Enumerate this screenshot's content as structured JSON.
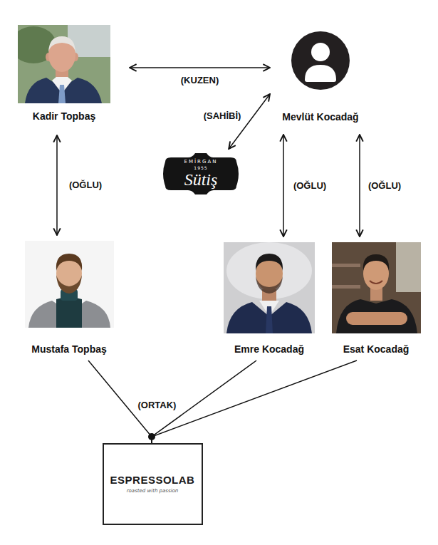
{
  "diagram": {
    "nodes": [
      {
        "text": [
          "Kadir Topbaş"
        ]
      },
      {
        "text": [
          "Mevlüt Kocadağ"
        ]
      },
      {
        "text": [
          "EMİRGAN",
          "1955",
          "Sütiş"
        ]
      },
      {
        "text": [
          "Mustafa Topbaş"
        ]
      },
      {
        "text": [
          "Emre Kocadağ"
        ]
      },
      {
        "text": [
          "Esat Kocadağ"
        ]
      },
      {
        "text": [
          "ESPRESSOLAB",
          "roasted with passion"
        ]
      }
    ],
    "edges": [
      {
        "from": 0,
        "to": 1,
        "label": "(KUZEN)",
        "arrow": "both"
      },
      {
        "from": 1,
        "to": 2,
        "label": "(SAHİBİ)",
        "arrow": "both"
      },
      {
        "from": 0,
        "to": 3,
        "label": "(OĞLU)",
        "arrow": "both"
      },
      {
        "from": 1,
        "to": 4,
        "label": "(OĞLU)",
        "arrow": "both"
      },
      {
        "from": 1,
        "to": 5,
        "label": "(OĞLU)",
        "arrow": "both"
      },
      {
        "from": 3,
        "to": 6,
        "label": "(ORTAK)",
        "arrow": "none"
      },
      {
        "from": 4,
        "to": 6,
        "arrow": "none"
      },
      {
        "from": 5,
        "to": 6,
        "arrow": "none"
      }
    ]
  }
}
